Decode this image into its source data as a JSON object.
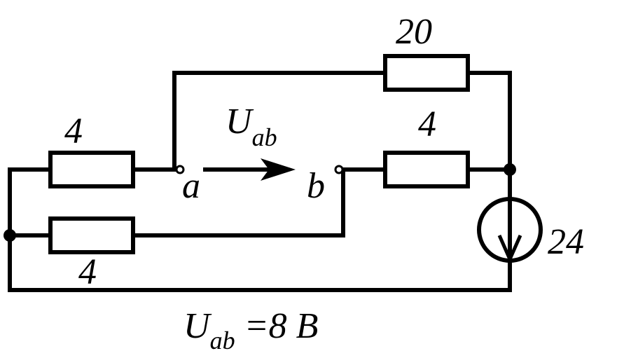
{
  "resistors": {
    "r_top": "20",
    "r_right": "4",
    "r_left_top": "4",
    "r_left_bottom": "4"
  },
  "source": {
    "value": "24"
  },
  "terminals": {
    "a": "a",
    "b": "b"
  },
  "arrow_label": {
    "main": "U",
    "sub": "ab"
  },
  "equation": {
    "main": "U",
    "sub": "ab",
    "rest": " =8 B"
  },
  "colors": {
    "line": "#000000",
    "background": "#ffffff"
  }
}
